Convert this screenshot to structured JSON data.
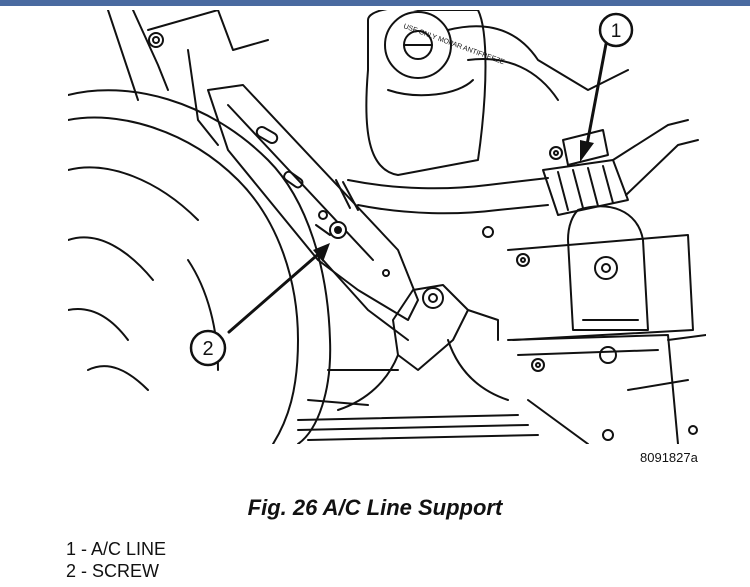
{
  "figure": {
    "code": "8091827a",
    "caption": "Fig. 26 A/C Line Support",
    "callouts": [
      {
        "number": "1"
      },
      {
        "number": "2"
      }
    ],
    "cap_text": "USE ONLY MOPAR ANTIFREEZE"
  },
  "legend": {
    "items": [
      {
        "label": "1 - A/C LINE"
      },
      {
        "label": "2 - SCREW"
      }
    ]
  }
}
